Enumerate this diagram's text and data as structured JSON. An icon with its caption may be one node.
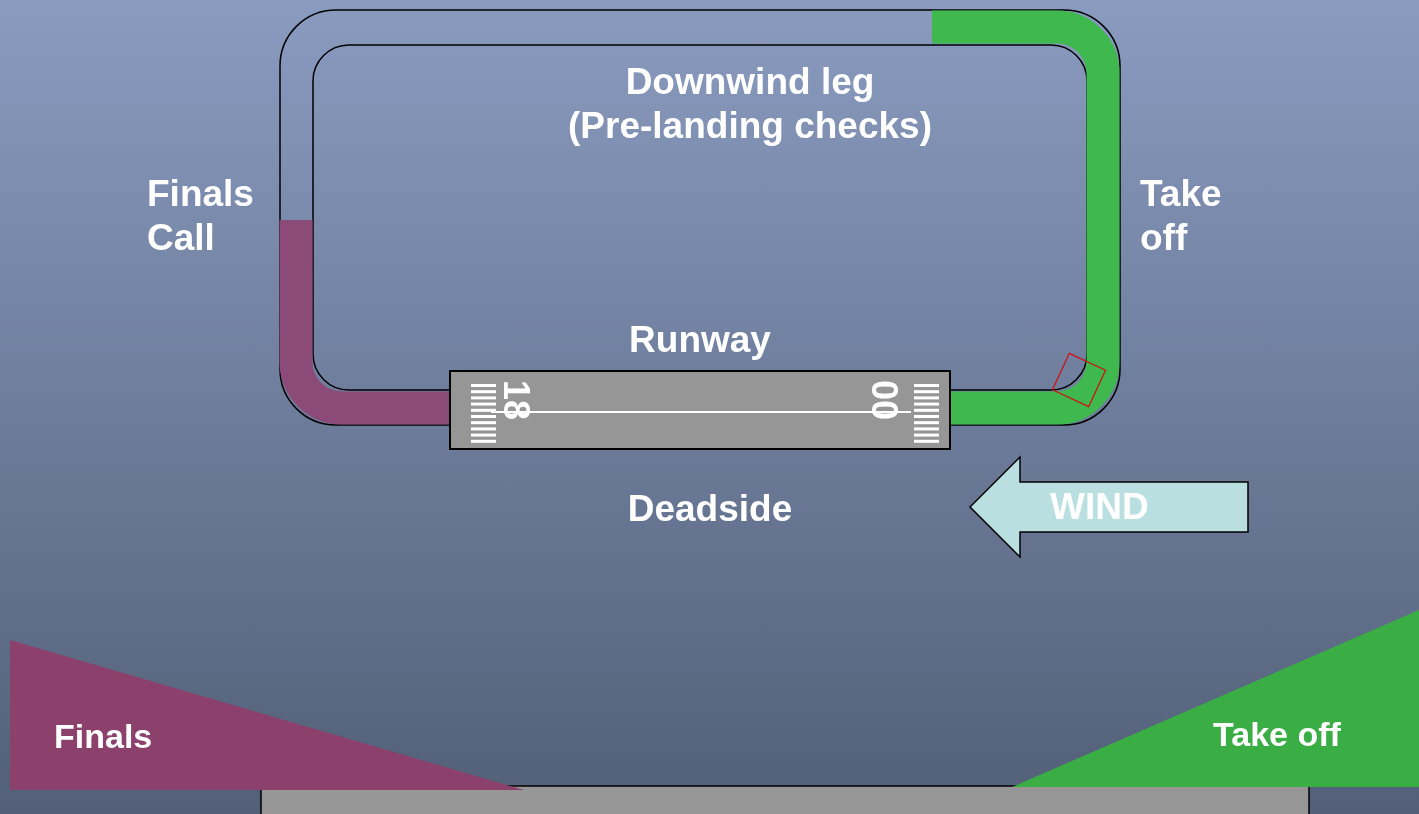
{
  "diagram": {
    "nodes": [
      {
        "text": [
          "18",
          "00"
        ],
        "beside": [
          "Runway"
        ]
      },
      {
        "text": [
          "WIND"
        ]
      },
      {
        "text": [
          "Finals"
        ]
      },
      {
        "text": [
          "Take off"
        ]
      }
    ],
    "labels": [
      "Downwind leg (Pre-landing checks)",
      "Finals Call",
      "Take off",
      "Deadside"
    ]
  }
}
